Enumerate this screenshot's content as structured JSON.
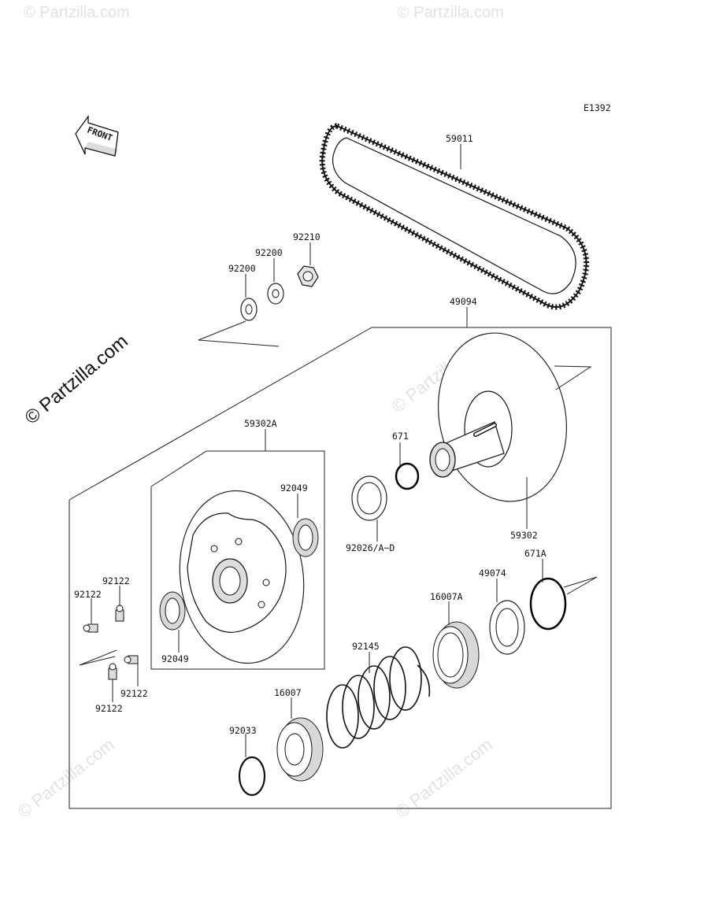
{
  "diagram_code": "E1392",
  "front_label": "FRONT",
  "watermark": {
    "main": "© Partzilla.com",
    "faint": "© Partzilla.com"
  },
  "parts": {
    "belt": "59011",
    "nut": "92210",
    "washer_upper": "92200",
    "washer_lower": "92200",
    "driven_assy": "49094",
    "sheave_fixed_assy": "59302A",
    "oil_seal_top": "92049",
    "oil_seal_bottom": "92049",
    "oring_671": "671",
    "shim": "92026/A~D",
    "sheave_movable": "59302",
    "oring_671a": "671A",
    "collar_49074": "49074",
    "cam_16007a": "16007A",
    "spring": "92145",
    "cam_16007": "16007",
    "circlip": "92033",
    "grease_nipple_1": "92122",
    "grease_nipple_2": "92122",
    "grease_nipple_3": "92122",
    "grease_nipple_4": "92122"
  }
}
